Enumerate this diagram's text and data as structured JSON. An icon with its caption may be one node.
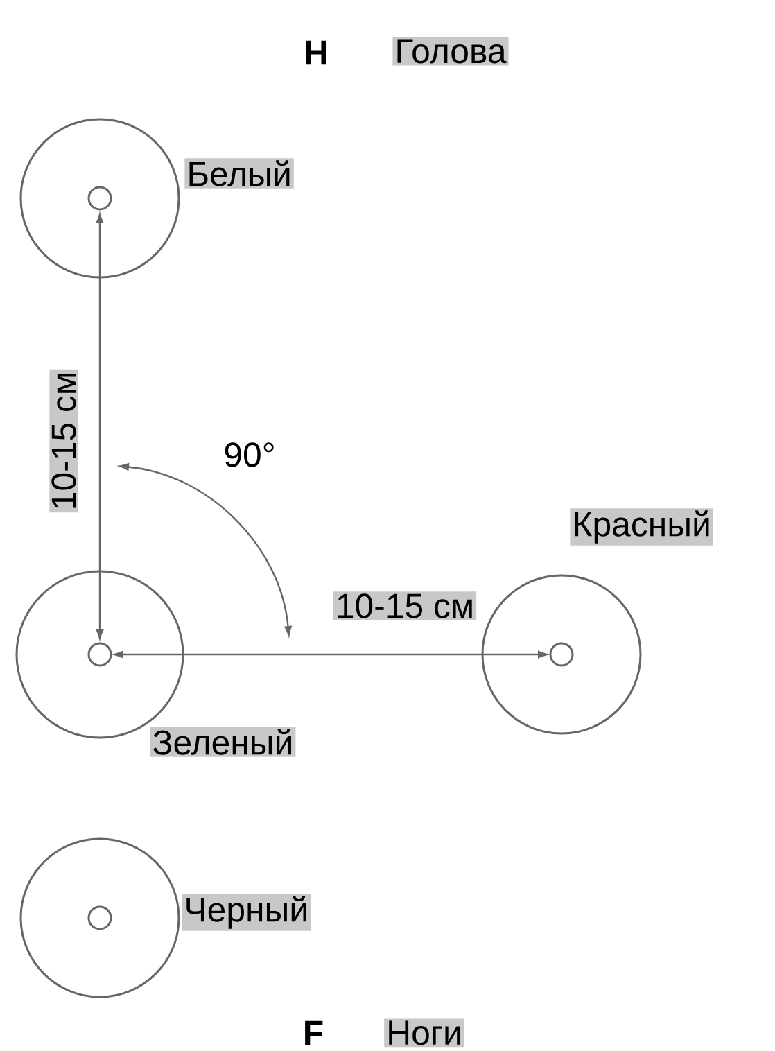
{
  "diagram": {
    "nodes": [
      {
        "text": [],
        "shape": "circle",
        "beside": [
          "Белый"
        ]
      },
      {
        "text": [],
        "shape": "circle",
        "beside": [
          "Красный"
        ]
      },
      {
        "text": [],
        "shape": "circle",
        "beside": [
          "Зеленый"
        ]
      },
      {
        "text": [],
        "shape": "circle",
        "beside": [
          "Черный"
        ]
      }
    ],
    "labels": [
      "H",
      "Голова",
      "10-15 см",
      "90°",
      "10-15 см",
      "F",
      "Ноги"
    ]
  }
}
